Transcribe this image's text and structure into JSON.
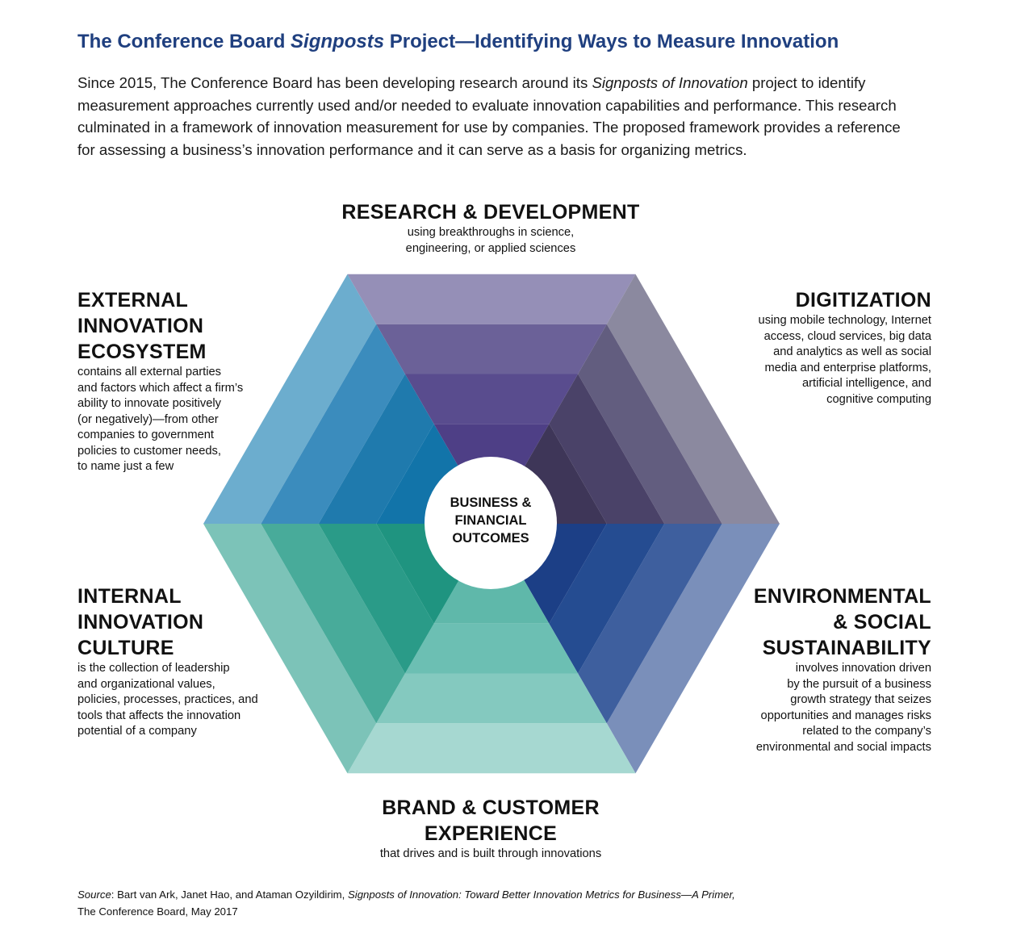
{
  "title": {
    "pre": "The Conference Board ",
    "italic": "Signposts",
    "post": " Project—Identifying Ways to Measure Innovation"
  },
  "intro": {
    "pre": "Since 2015, The Conference Board has been developing research around its ",
    "italic": "Signposts of Innovation",
    "post": " project to identify measurement approaches currently used and/or needed to evaluate innovation capabilities and performance. This research culminated in a framework of innovation measurement for use by companies. The proposed framework provides a reference for assessing a business’s innovation performance and it can serve as a basis for organizing metrics."
  },
  "center": {
    "line1": "BUSINESS &",
    "line2": "FINANCIAL",
    "line3": "OUTCOMES"
  },
  "segments": {
    "rd": {
      "heading1": "RESEARCH & DEVELOPMENT",
      "desc1": "using breakthroughs in science,",
      "desc2": "engineering, or applied sciences",
      "colors": [
        "#958fb7",
        "#6b6198",
        "#594c8e",
        "#4e3f86"
      ]
    },
    "digitization": {
      "heading1": "DIGITIZATION",
      "desc1": "using mobile technology, Internet",
      "desc2": "access, cloud services, big data",
      "desc3": "and analytics as well as social",
      "desc4": "media and enterprise platforms,",
      "desc5": "artificial intelligence, and",
      "desc6": "cognitive computing",
      "colors": [
        "#8b899f",
        "#625d7f",
        "#4a4268",
        "#3e3658"
      ]
    },
    "environmental": {
      "heading1": "ENVIRONMENTAL",
      "heading2": "& SOCIAL",
      "heading3": "SUSTAINABILITY",
      "desc1": "involves innovation driven",
      "desc2": "by the pursuit of a business",
      "desc3": "growth strategy that seizes",
      "desc4": "opportunities and manages risks",
      "desc5": "related to the company’s",
      "desc6": "environmental and social impacts",
      "colors": [
        "#7a8fba",
        "#3e5f9e",
        "#254c91",
        "#1c3f86"
      ]
    },
    "brand": {
      "heading1": "BRAND & CUSTOMER",
      "heading2": "EXPERIENCE",
      "desc1": "that drives and is built through innovations",
      "colors": [
        "#a6d8d1",
        "#84c9bf",
        "#6cbfb3",
        "#5fb8aa"
      ]
    },
    "internal": {
      "heading1": "INTERNAL",
      "heading2": "INNOVATION",
      "heading3": "CULTURE",
      "desc1": "is the collection of leadership",
      "desc2": "and organizational values,",
      "desc3": "policies, processes, practices, and",
      "desc4": "tools that affects the innovation",
      "desc5": "potential of a company",
      "colors": [
        "#7cc3b8",
        "#48ab9a",
        "#2a9b88",
        "#1f9480"
      ]
    },
    "external": {
      "heading1": "EXTERNAL",
      "heading2": "INNOVATION",
      "heading3": "ECOSYSTEM",
      "desc1": "contains all external parties",
      "desc2": "and factors which affect a firm’s",
      "desc3": "ability to innovate positively",
      "desc4": "(or negatively)—from other",
      "desc5": "companies to government",
      "desc6": "policies to customer needs,",
      "desc7": "to name just a few",
      "colors": [
        "#6cadce",
        "#3b8cbd",
        "#1f7aad",
        "#1274a9"
      ]
    }
  },
  "source": {
    "label": "Source",
    "authors": ": Bart van Ark, Janet Hao, and Ataman Ozyildirim, ",
    "work": "Signposts of Innovation: Toward Better Innovation Metrics for Business—A Primer,",
    "publisher": "The Conference Board, May 2017"
  }
}
